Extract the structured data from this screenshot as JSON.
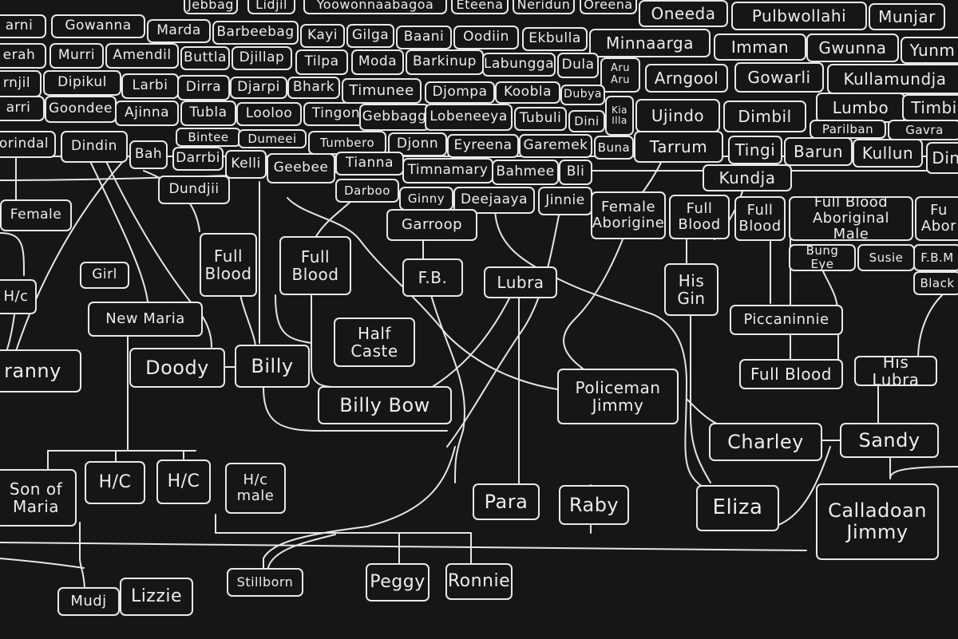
{
  "diagram": {
    "background_color": "#161616",
    "line_color": "#e6e6e6",
    "nodes": {
      "n_jebbag": "Jebbag",
      "n_lidjil": "Lidjil",
      "n_yoowon": "Yoowonnaabagoa",
      "n_eteena": "Eteena",
      "n_neridun": "Neridun",
      "n_oreena": "Oreena",
      "n_oneeda": "Oneeda",
      "n_pulbwollahi": "Pulbwollahi",
      "n_munjar": "Munjar",
      "n_arni": "arni",
      "n_gowanna": "Gowanna",
      "n_marda": "Marda",
      "n_barbeebag": "Barbeebag",
      "n_kayi": "Kayi",
      "n_gilga": "Gilga",
      "n_baani": "Baani",
      "n_oodiin": "Oodiin",
      "n_ekbulla": "Ekbulla",
      "n_minnaarga": "Minnaarga",
      "n_imman": "Imman",
      "n_gwunna": "Gwunna",
      "n_yunm": "Yunm",
      "n_erah": "erah",
      "n_murri": "Murri",
      "n_amendil": "Amendil",
      "n_buttla": "Buttla",
      "n_djillap": "Djillap",
      "n_tilpa": "Tilpa",
      "n_moda": "Moda",
      "n_barkinup": "Barkinup",
      "n_labungga": "Labungga",
      "n_dula": "Dula",
      "n_aruaru": "Aru\nAru",
      "n_arngool": "Arngool",
      "n_gowarli": "Gowarli",
      "n_kullamundja": "Kullamundja",
      "n_rnjil": "rnjil",
      "n_dipikul": "Dipikul",
      "n_larbi": "Larbi",
      "n_dirra": "Dirra",
      "n_djarpi": "Djarpi",
      "n_bhark": "Bhark",
      "n_timunee": "Timunee",
      "n_djompa": "Djompa",
      "n_koobla": "Koobla",
      "n_dubya": "Dubya",
      "n_arri": "arri",
      "n_goondee": "Goondee",
      "n_ajinna": "Ajinna",
      "n_tubla": "Tubla",
      "n_looloo": "Looloo",
      "n_tingon": "Tingon",
      "n_gebbagg": "Gebbagg",
      "n_lobeneeya": "Lobeneeya",
      "n_tubuli": "Tubuli",
      "n_dini": "Dini",
      "n_kiailla": "Kia\nIlla",
      "n_ujindo": "Ujindo",
      "n_dimbil": "Dimbil",
      "n_lumbo": "Lumbo",
      "n_timbi": "Timbi",
      "n_parilban": "Parilban",
      "n_gavra": "Gavra",
      "n_orindal": "orindal",
      "n_dindin": "Dindin",
      "n_bintee": "Bintee",
      "n_dumeei": "Dumeei",
      "n_tumbero": "Tumbero",
      "n_djonn": "Djonn",
      "n_eyreena": "Eyreena",
      "n_garemek": "Garemek",
      "n_buna": "Buna",
      "n_tarrum": "Tarrum",
      "n_tingi": "Tingi",
      "n_barun": "Barun",
      "n_kullun": "Kullun",
      "n_din": "Din",
      "n_bah": "Bah",
      "n_darrbi": "Darrbi",
      "n_kelli": "Kelli",
      "n_geebee": "Geebee",
      "n_tianna": "Tianna",
      "n_timnamary": "Timnamary",
      "n_bahmee": "Bahmee",
      "n_bli": "Bli",
      "n_kundja": "Kundja",
      "n_dundjii": "Dundjii",
      "n_darboo": "Darboo",
      "n_ginny": "Ginny",
      "n_deejaaya": "Deejaaya",
      "n_jinnie": "Jinnie",
      "n_femaleab": "Female\nAborigine",
      "n_fullblood3": "Full\nBlood",
      "n_fullblood4": "Full\nBlood",
      "n_fbam": "Full Blood\nAboriginal Male",
      "n_fuabor": "Fu\nAbor",
      "n_female": "Female",
      "n_garroop": "Garroop",
      "n_bungeye": "Bung Eye",
      "n_susie": "Susie",
      "n_fbm": "F.B.M",
      "n_black": "Black",
      "n_fullblood1": "Full\nBlood",
      "n_fullblood2": "Full\nBlood",
      "n_fb": "F.B.",
      "n_lubra": "Lubra",
      "n_hisgin": "His\nGin",
      "n_girl": "Girl",
      "n_hc_left": "H/c",
      "n_newmaria": "New Maria",
      "n_piccaninnie": "Piccaninnie",
      "n_halfcaste": "Half\nCaste",
      "n_granny": "ranny",
      "n_doody": "Doody",
      "n_billy": "Billy",
      "n_fullblood5": "Full Blood",
      "n_hislubra": "His Lubra",
      "n_billybow": "Billy Bow",
      "n_policeman": "Policeman\nJimmy",
      "n_charley": "Charley",
      "n_sandy": "Sandy",
      "n_sonofmaria": "Son of\nMaria",
      "n_hc1": "H/C",
      "n_hc2": "H/C",
      "n_hcmale": "H/c\nmale",
      "n_para": "Para",
      "n_raby": "Raby",
      "n_eliza": "Eliza",
      "n_calladoan": "Calladoan\nJimmy",
      "n_stillborn": "Stillborn",
      "n_peggy": "Peggy",
      "n_ronnie": "Ronnie",
      "n_mudj": "Mudj",
      "n_lizzie": "Lizzie"
    }
  }
}
